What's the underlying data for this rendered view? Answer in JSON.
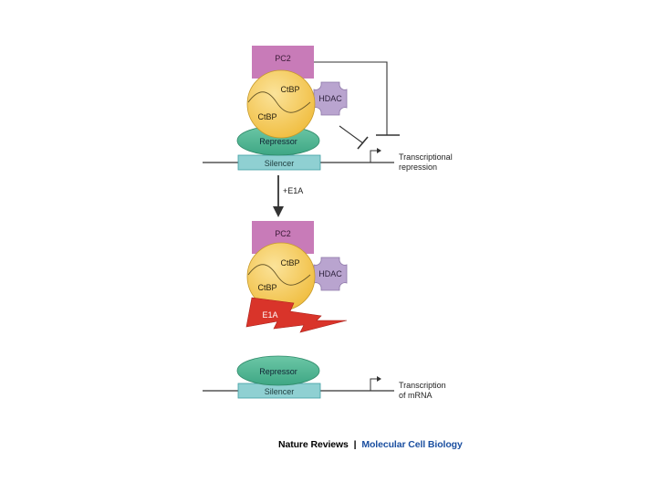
{
  "diagram": {
    "top": {
      "pc2_label": "PC2",
      "ctbp_upper_label": "CtBP",
      "ctbp_lower_label": "CtBP",
      "hdac_label": "HDAC",
      "repressor_label": "Repressor",
      "silencer_label": "Silencer",
      "outcome_line1": "Transcriptional",
      "outcome_line2": "repression"
    },
    "transition_label": "+E1A",
    "bottom": {
      "pc2_label": "PC2",
      "ctbp_upper_label": "CtBP",
      "ctbp_lower_label": "CtBP",
      "hdac_label": "HDAC",
      "e1a_label": "E1A",
      "repressor_label": "Repressor",
      "silencer_label": "Silencer",
      "outcome_line1": "Transcription",
      "outcome_line2": "of mRNA"
    }
  },
  "credit": {
    "journal": "Nature Reviews",
    "separator": "|",
    "section": "Molecular Cell Biology"
  },
  "colors": {
    "pc2": "#c87bb8",
    "ctbp": "#f5c95a",
    "hdac": "#b9a4cf",
    "repressor": "#4fb592",
    "silencer": "#8fd0d2",
    "e1a": "#d9342a",
    "credit_section": "#1b4fa0"
  }
}
